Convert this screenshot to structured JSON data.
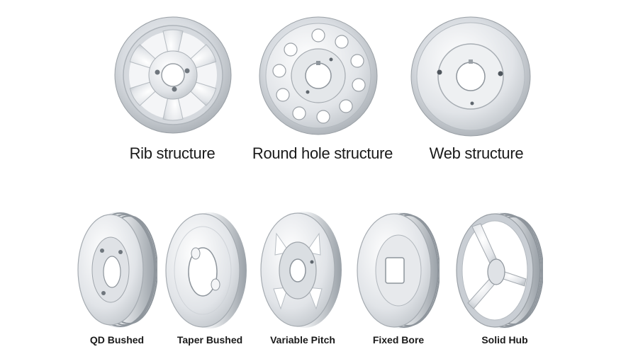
{
  "top_row": [
    {
      "label": "Rib structure",
      "icon": "rib-pulley-icon"
    },
    {
      "label": "Round hole structure",
      "icon": "round-hole-pulley-icon"
    },
    {
      "label": "Web structure",
      "icon": "web-pulley-icon"
    }
  ],
  "bottom_row": [
    {
      "label": "QD Bushed",
      "icon": "qd-bushed-pulley-icon"
    },
    {
      "label": "Taper Bushed",
      "icon": "taper-bushed-pulley-icon"
    },
    {
      "label": "Variable Pitch",
      "icon": "variable-pitch-pulley-icon"
    },
    {
      "label": "Fixed Bore",
      "icon": "fixed-bore-pulley-icon"
    },
    {
      "label": "Solid Hub",
      "icon": "solid-hub-pulley-icon"
    }
  ],
  "colors": {
    "background": "#ffffff",
    "metal_light": "#e9ecef",
    "metal_mid": "#c9ced4",
    "metal_dark": "#8e959c",
    "label_text": "#1a1a1a"
  }
}
